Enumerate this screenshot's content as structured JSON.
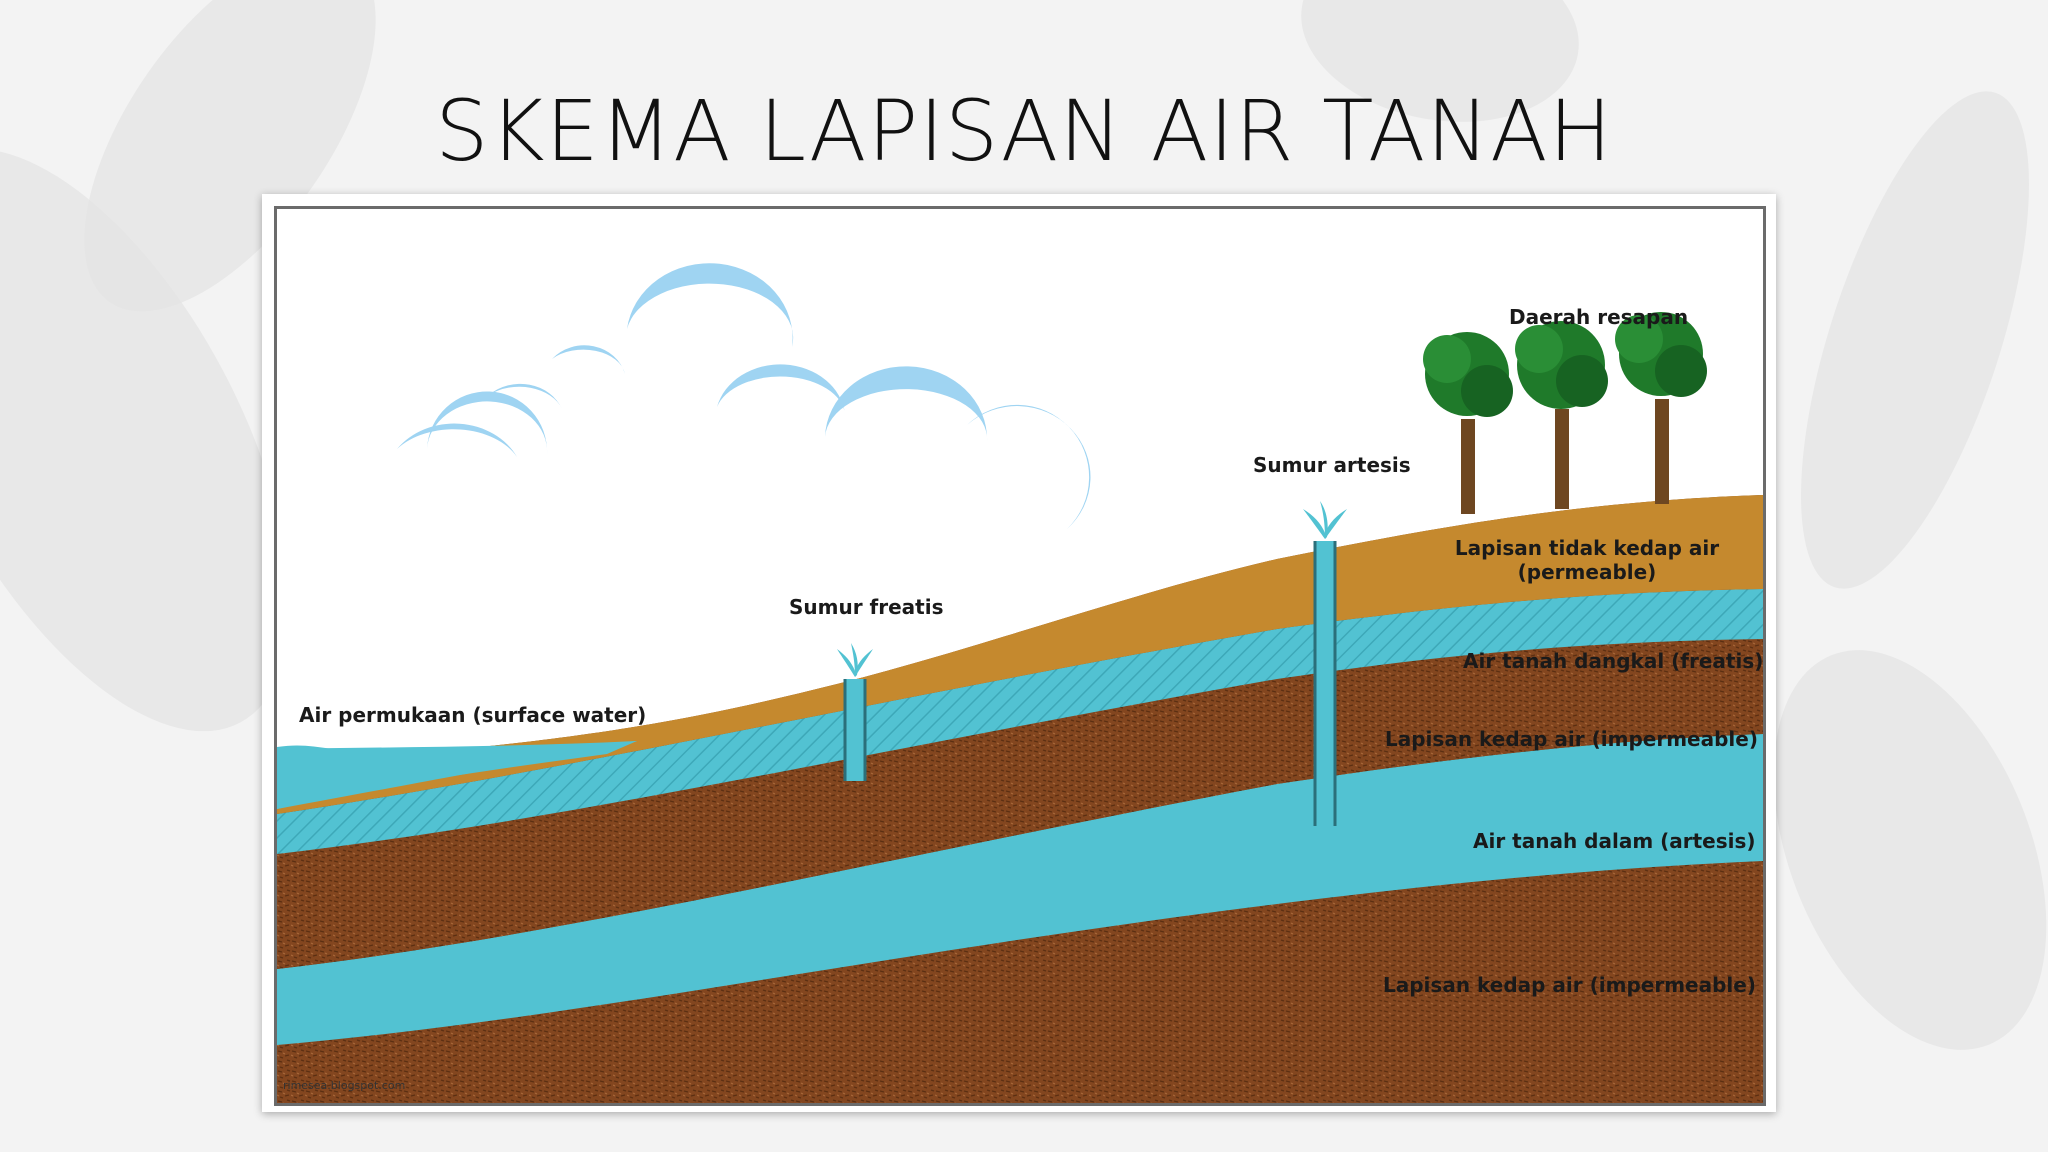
{
  "slide": {
    "title": "SKEMA LAPISAN AIR TANAH"
  },
  "diagram": {
    "labels": {
      "recharge_area": "Daerah resapan",
      "artesian_well": "Sumur artesis",
      "phreatic_well": "Sumur freatis",
      "surface_water": "Air permukaan (surface water)",
      "permeable_layer_line1": "Lapisan tidak kedap air",
      "permeable_layer_line2": "(permeable)",
      "shallow_groundwater": "Air tanah dangkal (freatis)",
      "impermeable_layer_upper": "Lapisan kedap air (impermeable)",
      "deep_groundwater": "Air tanah dalam (artesis)",
      "impermeable_layer_lower": "Lapisan kedap air (impermeable)"
    },
    "credit": "rimesea.blogspot.com",
    "colors": {
      "water": "#52c2d2",
      "soil_permeable": "#c5892e",
      "soil_impermeable": "#83461f",
      "cloud": "#9fd4f2",
      "tree_foliage": "#1f7a2a",
      "tree_trunk": "#6e4721"
    }
  }
}
